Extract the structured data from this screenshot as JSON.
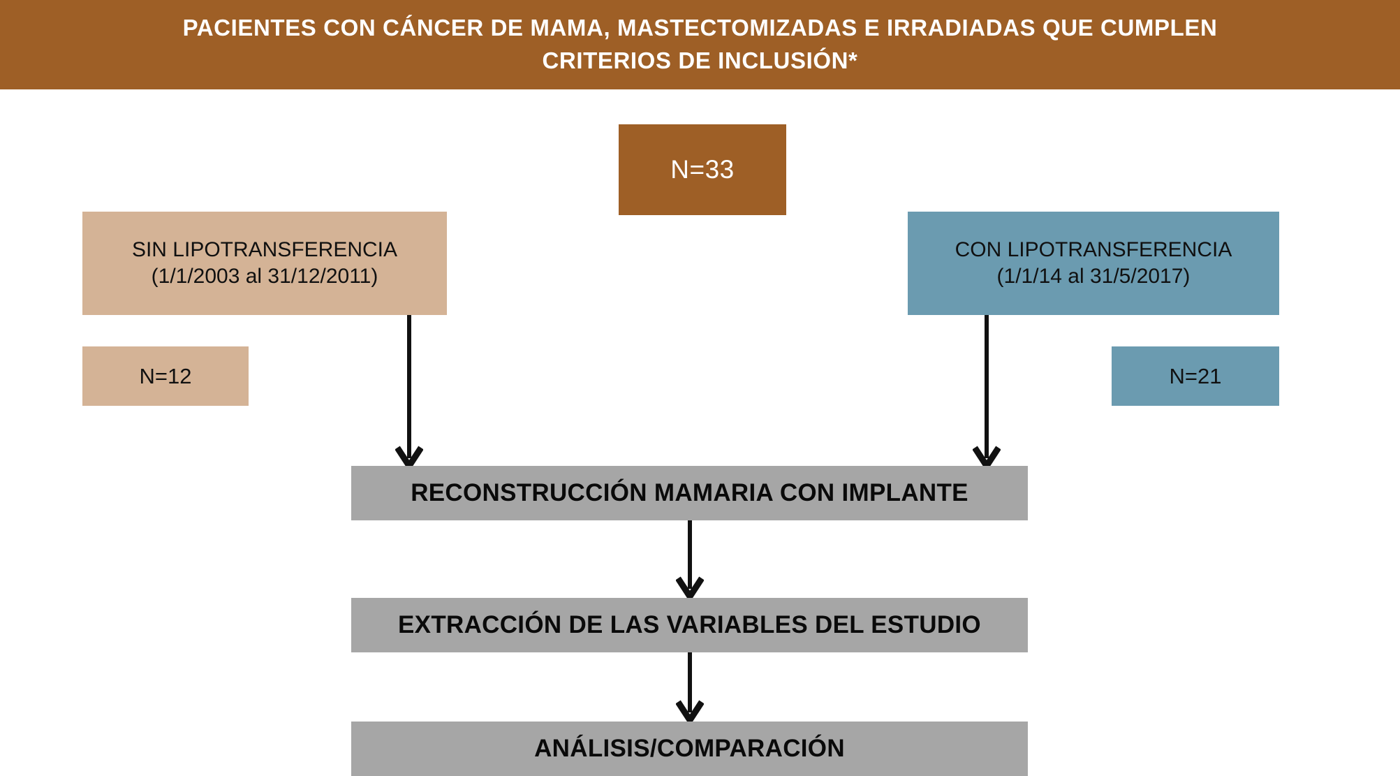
{
  "header": {
    "title": "PACIENTES CON CÁNCER DE MAMA, MASTECTOMIZADAS E IRRADIADAS QUE CUMPLEN CRITERIOS DE INCLUSIÓN*",
    "background_color": "#9E5F26",
    "text_color": "#FFFFFF"
  },
  "colors": {
    "brown": "#9E5F26",
    "tan": "#D4B396",
    "blue": "#6B9BB0",
    "gray": "#A6A6A6",
    "arrow": "#111111",
    "page_background": "#FFFFFF"
  },
  "chart_data": {
    "type": "diagram",
    "title": "PACIENTES CON CÁNCER DE MAMA, MASTECTOMIZADAS E IRRADIADAS QUE CUMPLEN CRITERIOS DE INCLUSIÓN*",
    "total_n": 33,
    "nodes": [
      {
        "id": "total",
        "label": "N=33",
        "value": 33,
        "color": "#9E5F26"
      },
      {
        "id": "left-group",
        "label": "SIN LIPOTRANSFERENCIA\n(1/1/2003 al 31/12/2011)",
        "color": "#D4B396"
      },
      {
        "id": "left-n",
        "label": "N=12",
        "value": 12,
        "color": "#D4B396"
      },
      {
        "id": "right-group",
        "label": "CON LIPOTRANSFERENCIA\n(1/1/14 al 31/5/2017)",
        "color": "#6B9BB0"
      },
      {
        "id": "right-n",
        "label": "N=21",
        "value": 21,
        "color": "#6B9BB0"
      },
      {
        "id": "step-1",
        "label": "RECONSTRUCCIÓN MAMARIA CON IMPLANTE",
        "color": "#A6A6A6"
      },
      {
        "id": "step-2",
        "label": "EXTRACCIÓN DE LAS VARIABLES DEL ESTUDIO",
        "color": "#A6A6A6"
      },
      {
        "id": "step-3",
        "label": "ANÁLISIS/COMPARACIÓN",
        "color": "#A6A6A6"
      }
    ],
    "edges": [
      {
        "from": "left-group",
        "to": "step-1"
      },
      {
        "from": "right-group",
        "to": "step-1"
      },
      {
        "from": "step-1",
        "to": "step-2"
      },
      {
        "from": "step-2",
        "to": "step-3"
      }
    ]
  },
  "boxes": {
    "total": {
      "label": "N=33"
    },
    "left_group": {
      "label": "SIN LIPOTRANSFERENCIA\n(1/1/2003 al 31/12/2011)"
    },
    "left_n": {
      "label": "N=12"
    },
    "right_group": {
      "label": "CON LIPOTRANSFERENCIA\n(1/1/14 al 31/5/2017)"
    },
    "right_n": {
      "label": "N=21"
    },
    "step_1": {
      "label": "RECONSTRUCCIÓN MAMARIA CON IMPLANTE"
    },
    "step_2": {
      "label": "EXTRACCIÓN DE LAS VARIABLES DEL ESTUDIO"
    },
    "step_3": {
      "label": "ANÁLISIS/COMPARACIÓN"
    }
  }
}
